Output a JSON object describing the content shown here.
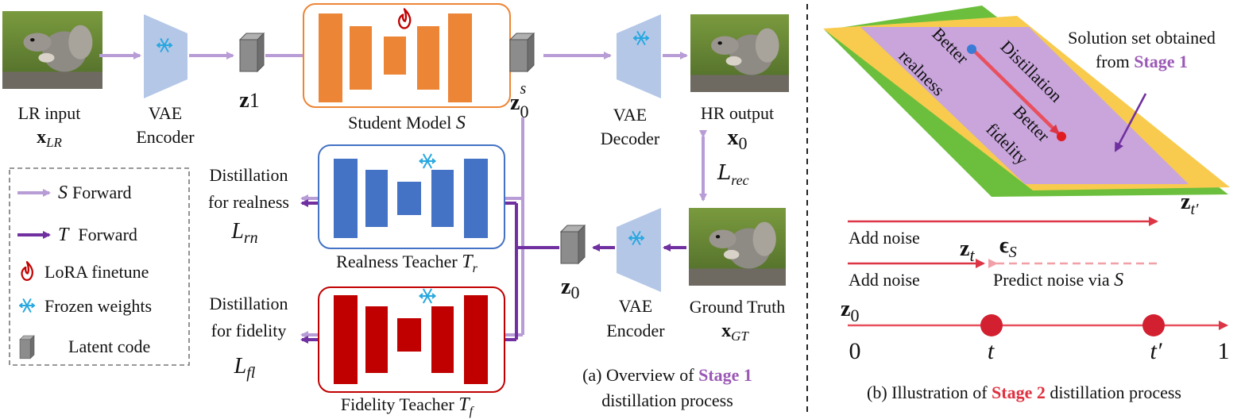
{
  "colors": {
    "student": "#ED8536",
    "realness_teacher": "#4472C4",
    "fidelity_teacher": "#C00000",
    "vae": "#B4C7E7",
    "latent": "#8C8C8C",
    "student_forward_arrow": "#B89CD6",
    "teacher_forward_arrow": "#7030A0",
    "stage1_text": "#9B59B6",
    "stage2_text": "#E03040",
    "solution_set": "#C9A5DC",
    "yellow_band": "#F8CB4E",
    "green_band": "#6CBF3C",
    "timeline": "#DC3545",
    "dot_realness": "#3A7BD5",
    "dot_fidelity": "#E11B22"
  },
  "icons": [
    "flame-icon",
    "snowflake-icon",
    "latent-cube-icon",
    "squirrel-image"
  ],
  "stage1": {
    "lr_input_line1": "LR input",
    "lr_input_math": "x",
    "lr_input_sub": "LR",
    "vae_encoder_top": "VAE",
    "vae_encoder_bottom": "Encoder",
    "z1_base": "z",
    "z1_sub": "1",
    "student_label": "Student Model ",
    "student_symbol": "S",
    "z0s_base": "z",
    "z0s_sub": "0",
    "z0s_sup": "s",
    "vae_decoder_top": "VAE",
    "vae_decoder_bottom": "Decoder",
    "hr_output_line1": "HR output",
    "hr_output_base": "x",
    "hr_output_sub": "0",
    "rec_loss_base": "L",
    "rec_loss_sub": "rec",
    "distill_real_line1": "Distillation",
    "distill_real_line2": "for realness",
    "loss_rn_base": "L",
    "loss_rn_sub": "rn",
    "realness_teacher_label": "Realness Teacher ",
    "realness_teacher_symbol": "T",
    "realness_teacher_sub": "r",
    "distill_fid_line1": "Distillation",
    "distill_fid_line2": "for fidelity",
    "loss_fl_base": "L",
    "loss_fl_sub": "fl",
    "fidelity_teacher_label": "Fidelity Teacher ",
    "fidelity_teacher_symbol": "T",
    "fidelity_teacher_sub": "f",
    "z0_base": "z",
    "z0_sub": "0",
    "vae_encoder2_top": "VAE",
    "vae_encoder2_bottom": "Encoder",
    "gt_line1": "Ground Truth",
    "gt_base": "x",
    "gt_sub": "GT",
    "caption_prefix": "(a) Overview of ",
    "caption_highlight": "Stage 1",
    "caption_line2": "distillation process"
  },
  "legend": {
    "items": [
      {
        "icon": "light-purple-arrow-icon",
        "symbol": "S",
        "text": "Forward"
      },
      {
        "icon": "dark-purple-arrow-icon",
        "symbol": "T",
        "text": "Forward"
      },
      {
        "icon": "flame-icon",
        "text": "LoRA finetune"
      },
      {
        "icon": "snowflake-icon",
        "text": "Frozen weights"
      },
      {
        "icon": "latent-cube-icon",
        "text": "Latent code"
      }
    ]
  },
  "stage2": {
    "better_realness_1": "Better",
    "better_realness_2": "realness",
    "distillation": "Distillation",
    "better_fidelity_1": "Better",
    "better_fidelity_2": "fidelity",
    "solution_line1": "Solution set obtained",
    "solution_line2_prefix": "from ",
    "solution_line2_highlight": "Stage 1",
    "zt_prime_base": "z",
    "zt_prime_sub": "t′",
    "add_noise_1": "Add noise",
    "zt_base": "z",
    "zt_sub": "t",
    "eps_base": "ϵ",
    "eps_sub": "S",
    "add_noise_2": "Add noise",
    "predict_noise": "Predict noise via ",
    "predict_symbol": "S",
    "z0_base": "z",
    "z0_sub": "0",
    "tick_0": "0",
    "tick_t": "t",
    "tick_tp": "t′",
    "tick_1": "1",
    "caption_prefix": "(b) Illustration of ",
    "caption_highlight": "Stage 2",
    "caption_suffix": " distillation process"
  }
}
